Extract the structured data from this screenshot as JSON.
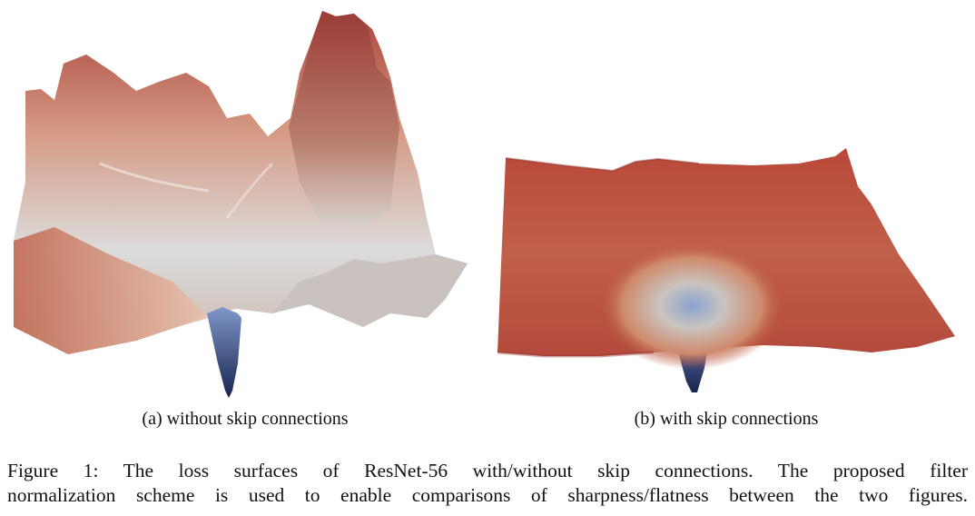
{
  "figure": {
    "label": "Figure 1:",
    "caption_line1": "Figure 1:  The loss surfaces of ResNet-56 with/without skip connections.  The proposed filter",
    "caption_line2": "normalization scheme is used to enable comparisons of sharpness/flatness between the two figures.",
    "colors": {
      "high_loss": "#b0433a",
      "mid": "#d9d6d4",
      "low_loss": "#1f2d5c"
    }
  },
  "subfigures": [
    {
      "id": "a",
      "caption": "(a)  without skip connections",
      "description": "chaotic non-convex 3D loss surface with many sharp peaks and a narrow deep minimum"
    },
    {
      "id": "b",
      "caption": "(b)  with skip connections",
      "description": "smooth nearly convex 3D loss surface with a single wide basin"
    }
  ]
}
